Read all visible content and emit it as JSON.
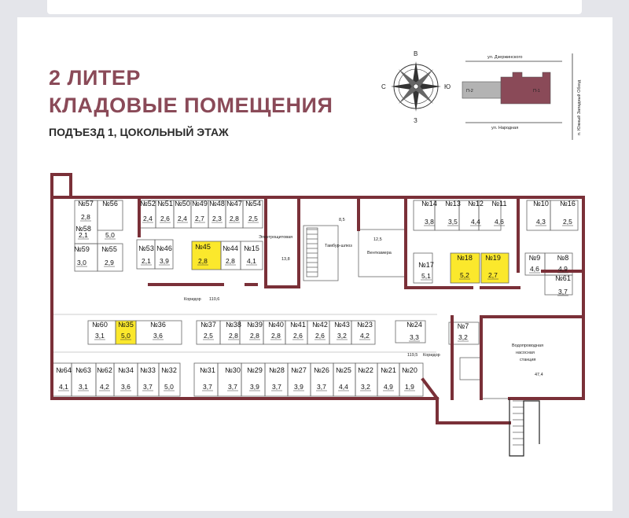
{
  "header": {
    "title_line1": "2 ЛИТЕР",
    "title_line2": "КЛАДОВЫЕ ПОМЕЩЕНИЯ",
    "subtitle": "ПОДЪЕЗД 1, ЦОКОЛЬНЫЙ ЭТАЖ"
  },
  "compass": {
    "north": "В",
    "south": "З",
    "west": "С",
    "east": "Ю"
  },
  "location": {
    "street_top": "ул. Дзержинского",
    "street_bottom": "ул. Народная",
    "street_side": "п. Южный Западный Обход",
    "block_p2": "П-2",
    "block_p1": "П-1"
  },
  "colors": {
    "wall": "#7a3038",
    "highlight": "#fbe82c",
    "title": "#8a4a58",
    "p1": "#8a4a58",
    "p2": "#b3b3b3"
  },
  "rooms": [
    {
      "num": "№57",
      "area": "2,8"
    },
    {
      "num": "№58",
      "area": "2,1"
    },
    {
      "num": "№59",
      "area": "3,0"
    },
    {
      "num": "№56",
      "area": "5,0"
    },
    {
      "num": "№55",
      "area": "2,9"
    },
    {
      "num": "№52",
      "area": "2,4"
    },
    {
      "num": "№51",
      "area": "2,6"
    },
    {
      "num": "№50",
      "area": "2,4"
    },
    {
      "num": "№49",
      "area": "2,7"
    },
    {
      "num": "№48",
      "area": "2,3"
    },
    {
      "num": "№47",
      "area": "2,8"
    },
    {
      "num": "№54",
      "area": "2,5"
    },
    {
      "num": "№53",
      "area": "2,1"
    },
    {
      "num": "№46",
      "area": "3,9"
    },
    {
      "num": "№45",
      "area": "2,8"
    },
    {
      "num": "№44",
      "area": "2,8"
    },
    {
      "num": "№15",
      "area": "4,1"
    },
    {
      "num": "№14",
      "area": "3,8"
    },
    {
      "num": "№13",
      "area": "3,5"
    },
    {
      "num": "№12",
      "area": "4,4"
    },
    {
      "num": "№11",
      "area": "4,6"
    },
    {
      "num": "№10",
      "area": "4,3"
    },
    {
      "num": "№16",
      "area": "2,5"
    },
    {
      "num": "№17",
      "area": "5,1"
    },
    {
      "num": "№18",
      "area": "5,2"
    },
    {
      "num": "№19",
      "area": "2,7"
    },
    {
      "num": "№9",
      "area": "4,6"
    },
    {
      "num": "№8",
      "area": "4,9"
    },
    {
      "num": "№61",
      "area": "3,7"
    },
    {
      "num": "№60",
      "area": "3,1"
    },
    {
      "num": "№35",
      "area": "5,0"
    },
    {
      "num": "№36",
      "area": "3,6"
    },
    {
      "num": "№37",
      "area": "2,5"
    },
    {
      "num": "№38",
      "area": "2,8"
    },
    {
      "num": "№39",
      "area": "2,8"
    },
    {
      "num": "№40",
      "area": "2,8"
    },
    {
      "num": "№41",
      "area": "2,6"
    },
    {
      "num": "№42",
      "area": "2,6"
    },
    {
      "num": "№43",
      "area": "3,2"
    },
    {
      "num": "№23",
      "area": "4,2"
    },
    {
      "num": "№24",
      "area": "3,3"
    },
    {
      "num": "№7",
      "area": "3,2"
    },
    {
      "num": "№64",
      "area": "4,1"
    },
    {
      "num": "№63",
      "area": "3,1"
    },
    {
      "num": "№62",
      "area": "4,2"
    },
    {
      "num": "№34",
      "area": "3,6"
    },
    {
      "num": "№33",
      "area": "3,7"
    },
    {
      "num": "№32",
      "area": "5,0"
    },
    {
      "num": "№31",
      "area": "3,7"
    },
    {
      "num": "№30",
      "area": "3,7"
    },
    {
      "num": "№29",
      "area": "3,9"
    },
    {
      "num": "№28",
      "area": "3,7"
    },
    {
      "num": "№27",
      "area": "3,9"
    },
    {
      "num": "№26",
      "area": "3,7"
    },
    {
      "num": "№25",
      "area": "4,4"
    },
    {
      "num": "№22",
      "area": "3,2"
    },
    {
      "num": "№21",
      "area": "4,9"
    },
    {
      "num": "№20",
      "area": "1,9"
    }
  ],
  "spaces": {
    "corridor1": "Коридор",
    "corridor1_area": "110,6",
    "corridor2": "Коридор",
    "corridor2_area": "119,5",
    "electrical": "Электрощитовая",
    "electrical_area": "13,8",
    "airlock": "Тамбур-шлюз",
    "airlock_area": "8,5",
    "vent": "Венткамера",
    "vent_area": "12,5",
    "pump_line1": "Водопроводная",
    "pump_line2": "насосная",
    "pump_line3": "станция",
    "pump_area": "47,4"
  }
}
